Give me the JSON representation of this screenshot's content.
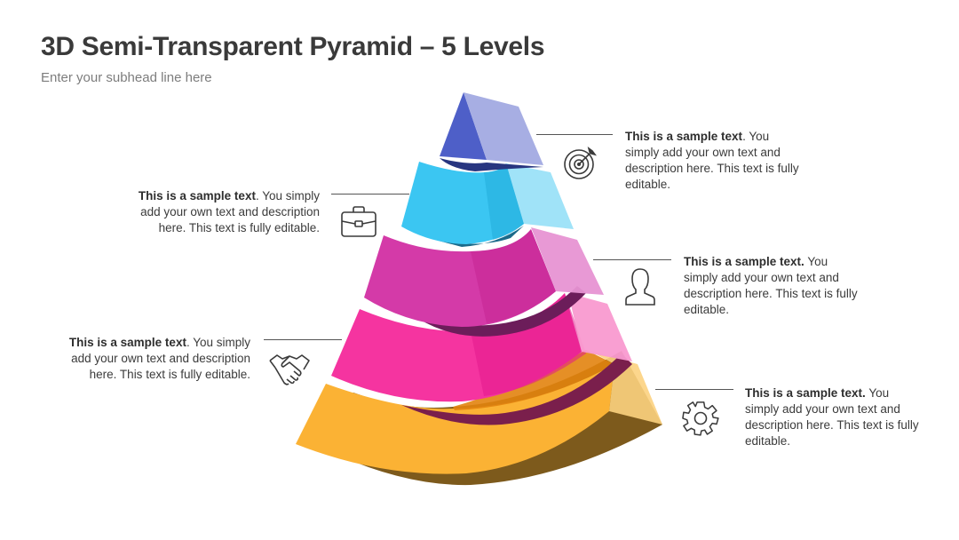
{
  "header": {
    "title": "3D Semi-Transparent Pyramid – 5 Levels",
    "subtitle": "Enter your subhead line here"
  },
  "levels": [
    {
      "level": 1,
      "color": "#4e5fc8",
      "icon": "target-icon",
      "heading": "This is a sample text",
      "body": ". You simply add your own text and description here. This text is fully editable."
    },
    {
      "level": 2,
      "color": "#3bc6f2",
      "icon": "briefcase-icon",
      "heading": "This is a sample text",
      "body": ". You simply add your own text and description here. This text is fully editable."
    },
    {
      "level": 3,
      "color": "#d43aa8",
      "icon": "user-icon",
      "heading": "This is a sample text.",
      "body": " You simply add your own text and description here. This text is fully editable."
    },
    {
      "level": 4,
      "color": "#f534a0",
      "icon": "handshake-icon",
      "heading": "This is a sample text",
      "body": ". You simply add your own text and description here. This text is fully editable."
    },
    {
      "level": 5,
      "color": "#fbb234",
      "icon": "gear-icon",
      "heading": "This is a sample text.",
      "body": " You simply add your own text and description here. This text is fully editable."
    }
  ]
}
